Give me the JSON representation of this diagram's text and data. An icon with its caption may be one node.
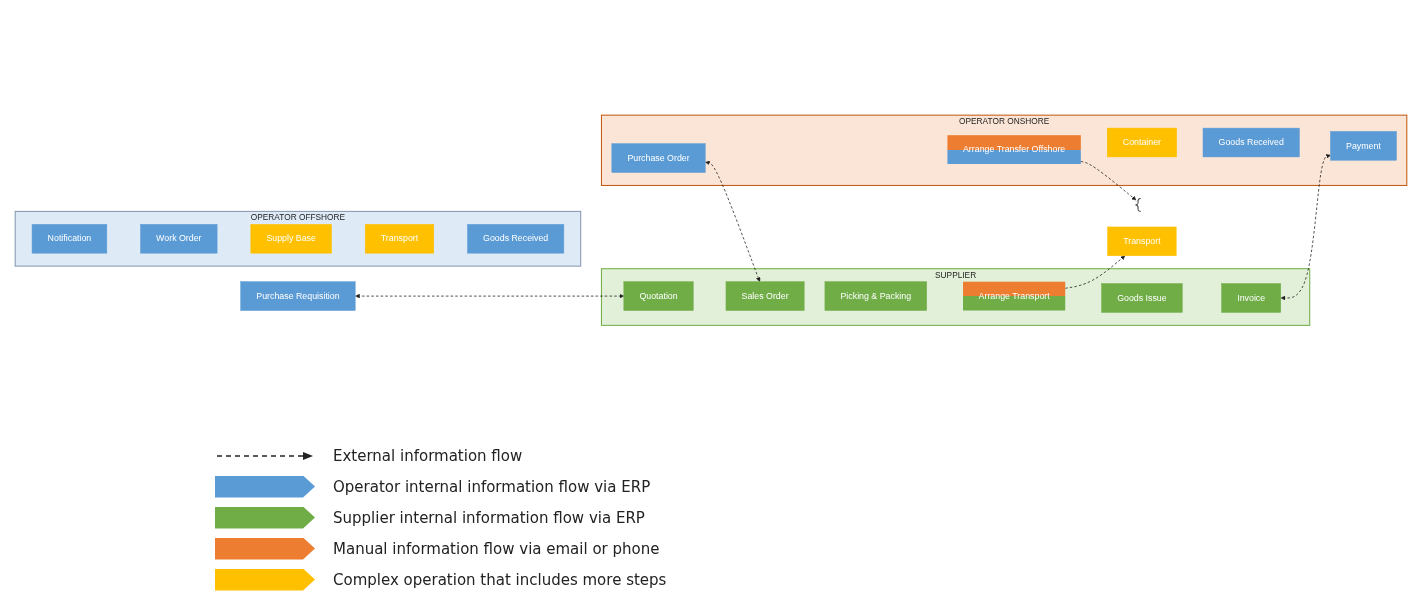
{
  "diagram": {
    "nodes": [
      {
        "text": [
          "OPERATOR OFFSHORE"
        ]
      },
      {
        "text": [
          "Notification"
        ],
        "in": 0
      },
      {
        "text": [
          "Work Order"
        ],
        "in": 0
      },
      {
        "text": [
          "Transport"
        ],
        "in": 0
      },
      {
        "text": [
          "Goods Received"
        ],
        "in": 0
      },
      {
        "text": [
          "Supply Base"
        ],
        "in": 0
      },
      {
        "text": [
          "Purchase Requisition"
        ]
      },
      {
        "text": [],
        "shape": "bracket"
      },
      {
        "text": [
          "OPERATOR ONSHORE"
        ]
      },
      {
        "text": [
          "Container"
        ],
        "in": 8
      },
      {
        "text": [
          "Purchase Order"
        ],
        "in": 8
      },
      {
        "text": [
          "Arrange Transfer Offshore"
        ],
        "in": 8
      },
      {
        "text": [
          "Goods Received"
        ],
        "in": 8
      },
      {
        "text": [
          "Payment"
        ],
        "in": 8
      },
      {
        "text": [
          "Transport"
        ]
      },
      {
        "text": [
          "SUPPLIER"
        ]
      },
      {
        "text": [
          "Quotation"
        ],
        "in": 15
      },
      {
        "text": [
          "Sales Order"
        ],
        "in": 15
      },
      {
        "text": [
          "Picking & Packing"
        ],
        "in": 15
      },
      {
        "text": [
          "Arrange Transport"
        ],
        "in": 15
      },
      {
        "text": [
          "Goods Issue"
        ],
        "in": 15
      },
      {
        "text": [
          "Invoice"
        ],
        "in": 15
      }
    ],
    "edges": [
      {
        "from": 6,
        "to": 16,
        "arrow": "both",
        "style": "dashed"
      },
      {
        "from": 10,
        "to": 17,
        "arrow": "both",
        "style": "dashed"
      },
      {
        "from": 19,
        "to": 14,
        "arrow": "to",
        "style": "dashed"
      },
      {
        "from": 11,
        "to": 7,
        "arrow": "to",
        "style": "dashed"
      },
      {
        "from": 21,
        "to": 13,
        "arrow": "both",
        "style": "dashed"
      }
    ],
    "legend": [
      {
        "text": "External information flow"
      },
      {
        "text": "Operator internal information flow via ERP",
        "color": "#5b9bd5"
      },
      {
        "text": "Supplier internal information flow via ERP",
        "color": "#70ad47"
      },
      {
        "text": "Manual information flow via email or phone",
        "color": "#ed7d31"
      },
      {
        "text": "Complex operation that includes more steps",
        "color": "#ffc000"
      }
    ]
  }
}
